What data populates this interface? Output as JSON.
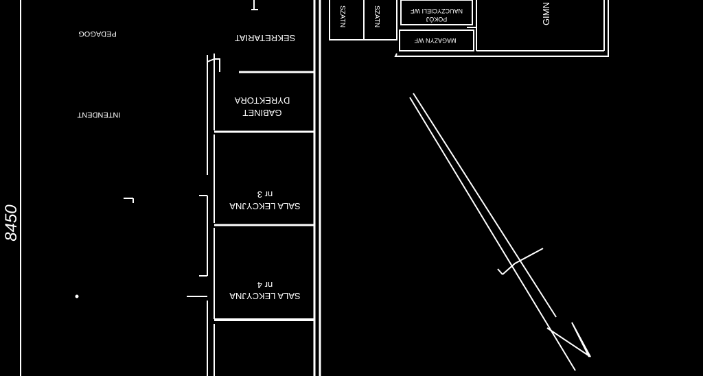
{
  "plan": {
    "dimension": "8450",
    "north_symbol": "N",
    "rooms": {
      "pedagog": "PEDAGOG",
      "intendent": "INTENDENT",
      "sekretariat": "SEKRETARIAT",
      "gabinet_line1": "GABINET",
      "gabinet_line2": "DYREKTORA",
      "sala3_line1": "SALA LEKCYJNA",
      "sala3_line2": "nr 3",
      "sala4_line1": "SALA LEKCYJNA",
      "sala4_line2": "nr 4",
      "szatnia_a": "SZATN",
      "szatnia_b": "SZATN",
      "pokoj_line1": "POKÓJ",
      "pokoj_line2": "NAUCZYCIELI WF",
      "magazyn": "MAGAZYN WF",
      "gimnazjum": "GIMN"
    }
  }
}
